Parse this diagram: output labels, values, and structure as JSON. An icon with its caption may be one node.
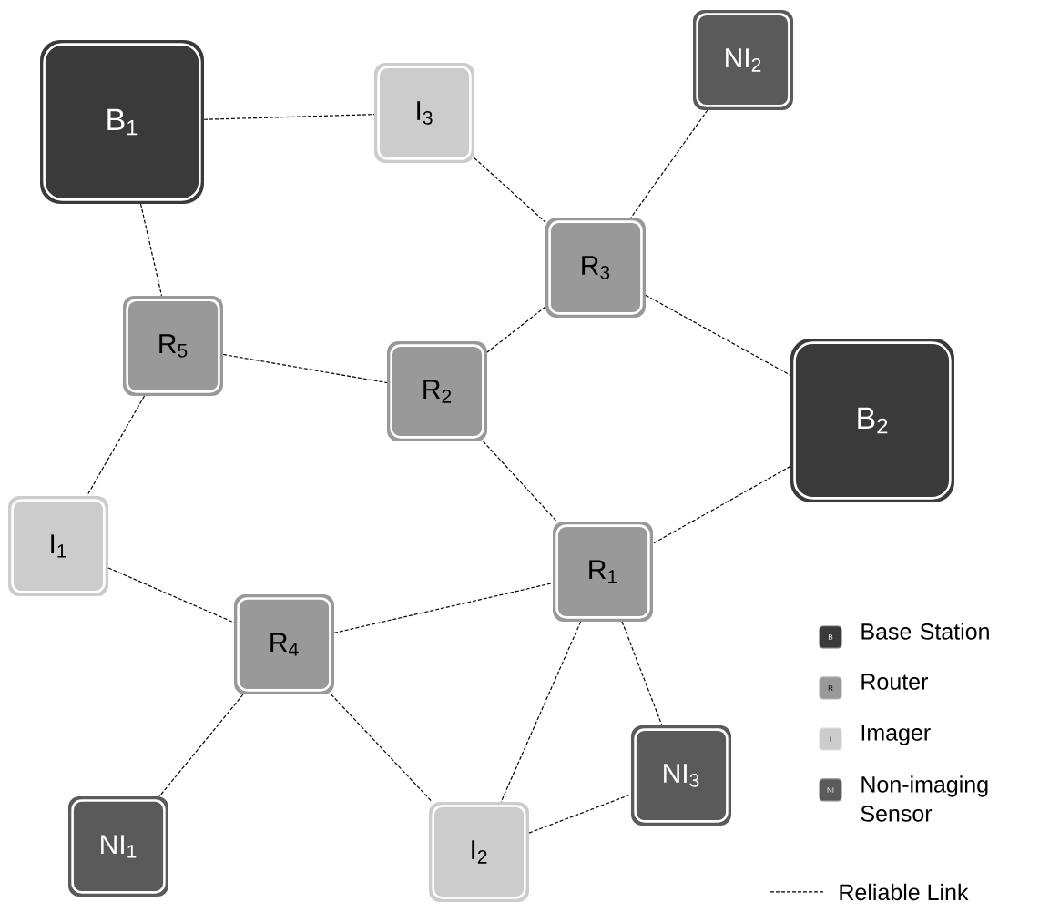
{
  "diagram": {
    "nodes": [
      {
        "text": [
          "B$_{1}$"
        ]
      },
      {
        "text": [
          "I$_{3}$"
        ]
      },
      {
        "text": [
          "NI$_{2}$"
        ]
      },
      {
        "text": [
          "R$_{3}$"
        ]
      },
      {
        "text": [
          "R$_{5}$"
        ]
      },
      {
        "text": [
          "R$_{2}$"
        ]
      },
      {
        "text": [
          "B$_{2}$"
        ]
      },
      {
        "text": [
          "I$_{1}$"
        ]
      },
      {
        "text": [
          "R$_{1}$"
        ]
      },
      {
        "text": [
          "R$_{4}$"
        ]
      },
      {
        "text": [
          "NI$_{3}$"
        ]
      },
      {
        "text": [
          "NI$_{1}$"
        ]
      },
      {
        "text": [
          "I$_{2}$"
        ]
      }
    ],
    "edges": [
      {
        "from": 0,
        "to": 1,
        "arrow": "none"
      },
      {
        "from": 1,
        "to": 3,
        "arrow": "none"
      },
      {
        "from": 2,
        "to": 3,
        "arrow": "none"
      },
      {
        "from": 3,
        "to": 5,
        "arrow": "none"
      },
      {
        "from": 3,
        "to": 6,
        "arrow": "none"
      },
      {
        "from": 0,
        "to": 4,
        "arrow": "none"
      },
      {
        "from": 4,
        "to": 5,
        "arrow": "none"
      },
      {
        "from": 5,
        "to": 8,
        "arrow": "none"
      },
      {
        "from": 6,
        "to": 8,
        "arrow": "none"
      },
      {
        "from": 4,
        "to": 7,
        "arrow": "none"
      },
      {
        "from": 7,
        "to": 9,
        "arrow": "none"
      },
      {
        "from": 9,
        "to": 8,
        "arrow": "none"
      },
      {
        "from": 8,
        "to": 12,
        "arrow": "none"
      },
      {
        "from": 8,
        "to": 10,
        "arrow": "none"
      },
      {
        "from": 9,
        "to": 11,
        "arrow": "none"
      },
      {
        "from": 9,
        "to": 12,
        "arrow": "none"
      },
      {
        "from": 12,
        "to": 10,
        "arrow": "none"
      }
    ],
    "labels": [
      "B",
      "R",
      "I",
      "NI"
    ],
    "legend": [
      {
        "text": "Base Station",
        "color": "#3a3a3a"
      },
      {
        "text": "Router",
        "color": "#999999"
      },
      {
        "text": "Imager",
        "color": "#cccccc"
      },
      {
        "text": "Non-imaging Sensor",
        "color": "#5a5a5a"
      },
      {
        "text": "Reliable Link"
      }
    ]
  }
}
